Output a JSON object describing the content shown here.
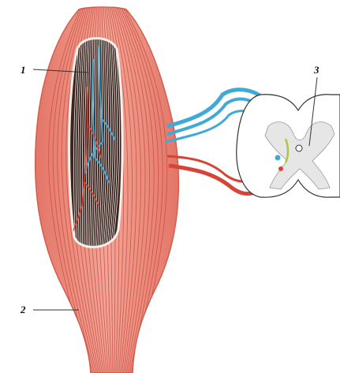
{
  "figure": {
    "callouts": [
      {
        "id": "1",
        "text": "1"
      },
      {
        "id": "2",
        "text": "2"
      },
      {
        "id": "3",
        "text": "3"
      }
    ]
  },
  "colors": {
    "muscle": "#e8877a",
    "muscle_fiber": "#c9463c",
    "tendon_outline": "#d45d50",
    "cut_cavity": "#3a2420",
    "fiber_white": "#f4efe9",
    "afferent_nerve": "#41a9d6",
    "efferent_nerve": "#d64437",
    "spinal_gray": "#e6e6e6",
    "synapse_green": "#a7c93b",
    "leader_line": "#333333"
  }
}
